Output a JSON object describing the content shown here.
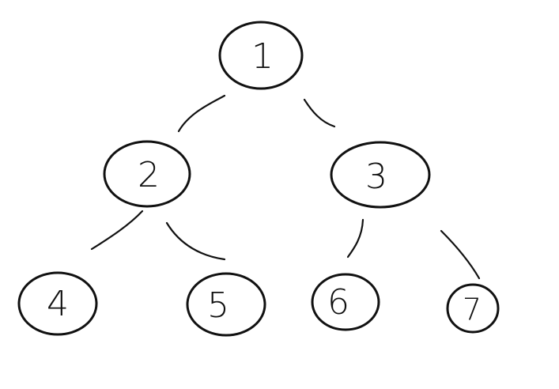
{
  "diagram": {
    "type": "binary-tree",
    "nodes": [
      {
        "id": "n1",
        "label": "1"
      },
      {
        "id": "n2",
        "label": "2"
      },
      {
        "id": "n3",
        "label": "3"
      },
      {
        "id": "n4",
        "label": "4"
      },
      {
        "id": "n5",
        "label": "5"
      },
      {
        "id": "n6",
        "label": "6"
      },
      {
        "id": "n7",
        "label": "7"
      }
    ],
    "edges": [
      {
        "from": "n1",
        "to": "n2"
      },
      {
        "from": "n1",
        "to": "n3"
      },
      {
        "from": "n2",
        "to": "n4"
      },
      {
        "from": "n2",
        "to": "n5"
      },
      {
        "from": "n3",
        "to": "n6"
      },
      {
        "from": "n3",
        "to": "n7"
      }
    ],
    "colors": {
      "stroke": "#111111",
      "background": "#ffffff"
    }
  }
}
